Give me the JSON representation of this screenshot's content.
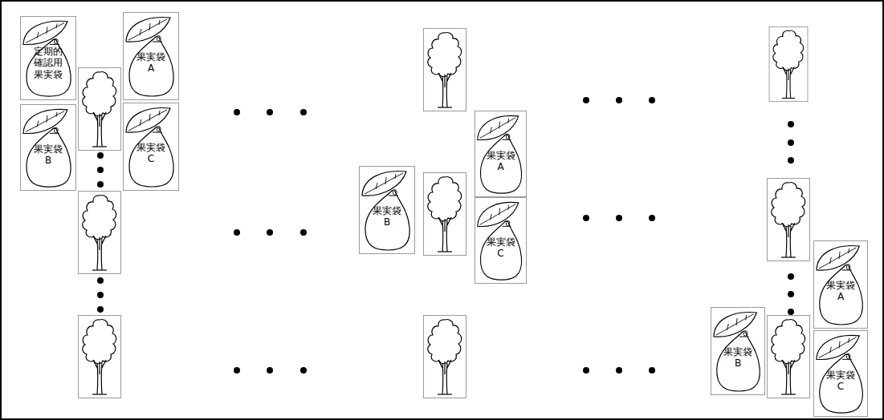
{
  "diagram": {
    "nodes": [
      {
        "text": [
          "定期的 確認用 果実袋"
        ]
      },
      {
        "text": [
          "果実袋 A"
        ]
      },
      {
        "text": [
          "果実袋 B"
        ]
      },
      {
        "text": [
          "果実袋 C"
        ]
      },
      {
        "text": [
          "果実袋 A"
        ]
      },
      {
        "text": [
          "果実袋 B"
        ]
      },
      {
        "text": [
          "果実袋 C"
        ]
      },
      {
        "text": [
          "果実袋 A"
        ]
      },
      {
        "text": [
          "果実袋 B"
        ]
      },
      {
        "text": [
          "果実袋 C"
        ]
      }
    ]
  }
}
